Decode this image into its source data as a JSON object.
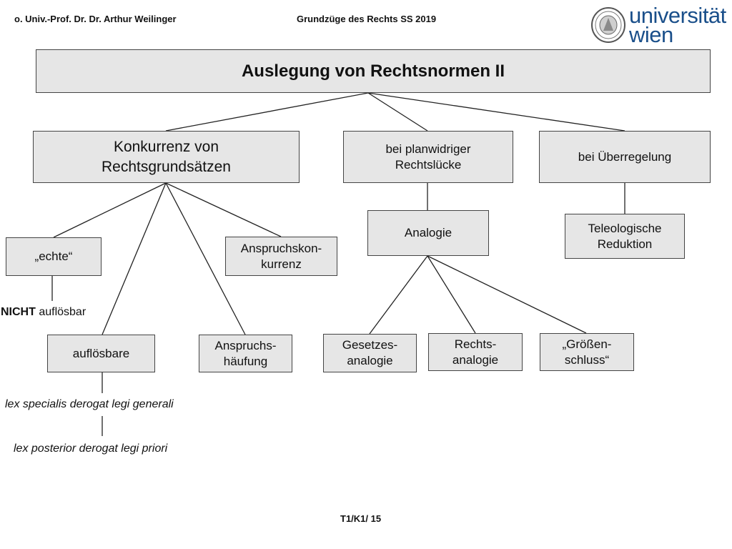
{
  "header": {
    "author": "o. Univ.-Prof. Dr. Dr. Arthur Weilinger",
    "course": "Grundzüge des Rechts SS 2019",
    "logo": {
      "line1": "universität",
      "line2": "wien",
      "seal_icon": "university-seal-icon"
    }
  },
  "diagram": {
    "title": "Auslegung von Rechtsnormen II",
    "konkurrenz": {
      "line1": "Konkurrenz von",
      "line2": "Rechtsgrundsätzen",
      "echte": "„echte“",
      "nicht_bold": "NICHT",
      "nicht_rest": " auflösbar",
      "aufloesbare": "auflösbare",
      "lex_specialis": "lex specialis derogat legi generali",
      "lex_posterior": "lex posterior derogat legi priori",
      "anspruchskonkurrenz_1": "Anspruchskon-",
      "anspruchskonkurrenz_2": "kurrenz",
      "anspruchshaeufung_1": "Anspruchs-",
      "anspruchshaeufung_2": "häufung"
    },
    "luecke": {
      "line1": "bei planwidriger",
      "line2": "Rechtslücke",
      "analogie": "Analogie",
      "gesetzesanalogie_1": "Gesetzes-",
      "gesetzesanalogie_2": "analogie",
      "rechtsanalogie_1": "Rechts-",
      "rechtsanalogie_2": "analogie",
      "groessenschluss_1": "„Größen-",
      "groessenschluss_2": "schluss“"
    },
    "ueberregelung": {
      "label": "bei Überregelung",
      "reduktion_1": "Teleologische",
      "reduktion_2": "Reduktion"
    }
  },
  "footer": {
    "page": "T1/K1/ 15"
  },
  "colors": {
    "box_fill": "#e6e6e6",
    "border": "#444444",
    "logo_blue": "#1a4f8a"
  }
}
